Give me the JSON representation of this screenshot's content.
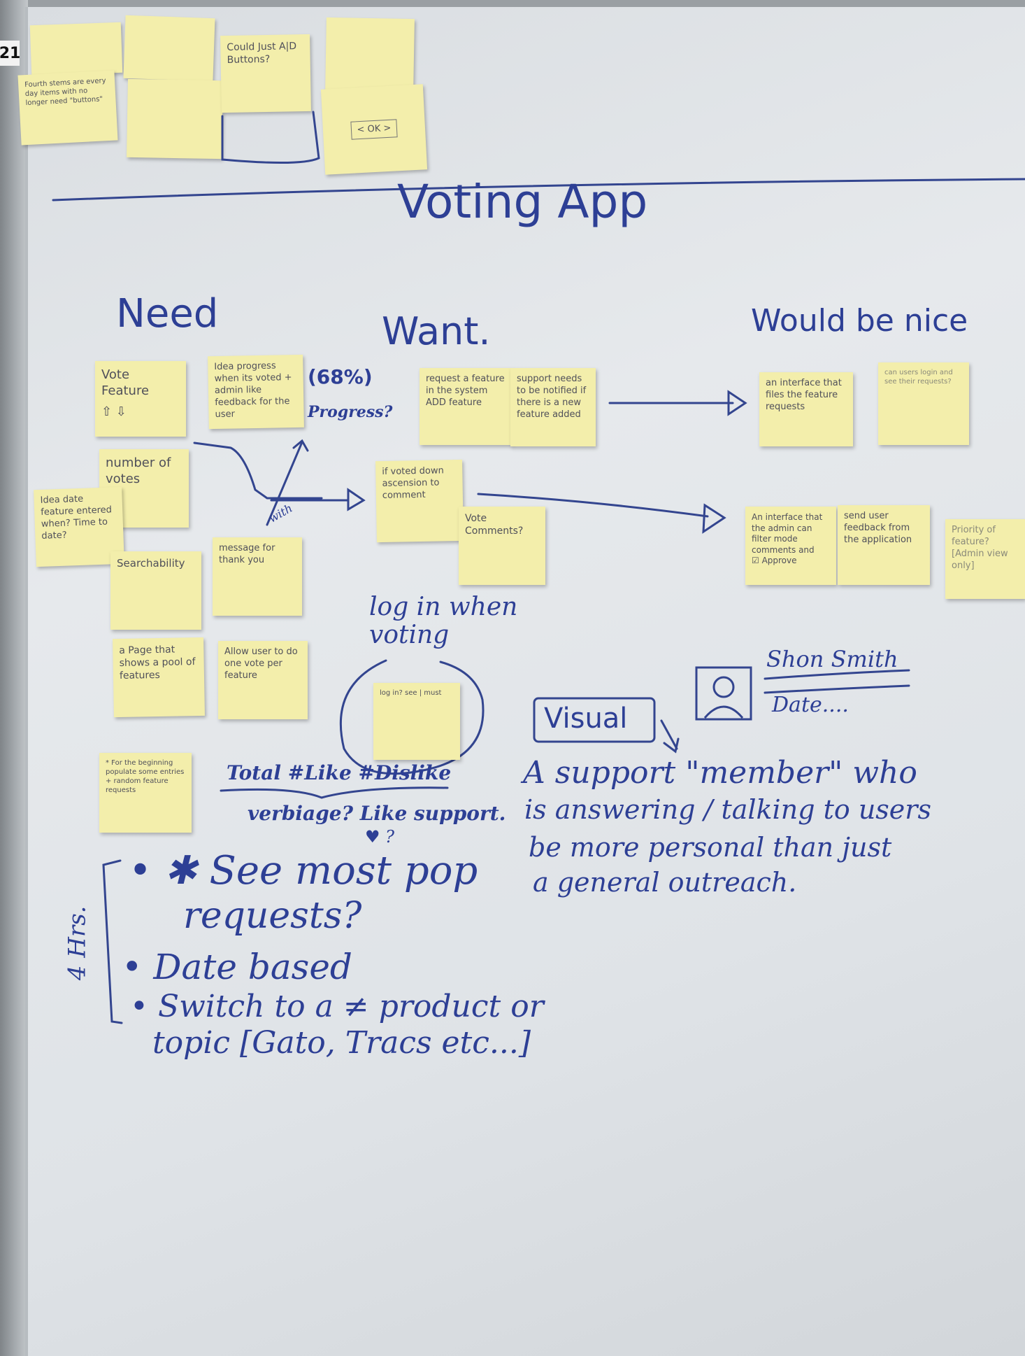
{
  "board_tag": "21",
  "title": "Voting App",
  "headers": {
    "need": "Need",
    "want": "Want.",
    "nice": "Would be nice"
  },
  "top_notes": {
    "note_a": "Could Just A|D Buttons?",
    "note_b": "< OK >",
    "note_c": "Fourth stems are every day items with no longer need \"buttons\""
  },
  "need_notes": {
    "vote": "Vote Feature",
    "vote_arrows": "⇧ ⇩",
    "idea_progress": "Idea progress when its voted + admin like feedback for the user",
    "number_votes": "number of votes",
    "idea_date": "Idea date feature entered when? Time to date?",
    "searchability": "Searchability",
    "message": "message for thank you",
    "page_pool": "a Page that shows a pool of features",
    "allow_one": "Allow user to do one vote per feature",
    "beginning": "* For the beginning populate some entries + random feature requests",
    "login_note": "log in? see | must"
  },
  "progress_label": "(68%)",
  "progress_q": "Progress?",
  "trend_label": "with",
  "want_notes": {
    "request": "request a feature in the system ADD feature",
    "support": "support needs to be notified if there is a new feature added",
    "voted_down": "if voted down ascension to comment",
    "vote_comments": "Vote Comments?"
  },
  "nice_notes": {
    "interface_files": "an interface that files the feature requests",
    "users_login": "can users login and see their requests?",
    "admin_filter": "An interface that the admin can filter mode",
    "admin_filter_2": "comments and",
    "approve": "☑ Approve",
    "send_feedback": "send user feedback from the application",
    "priority": "Priority of feature? [Admin view only]"
  },
  "login_text": "log in when voting",
  "visual_label": "Visual",
  "profile_name": "Shon Smith",
  "profile_date": "Date....",
  "support_text": [
    "A support \"member\" who",
    "is answering / talking to users",
    "be more personal than just",
    "a general outreach."
  ],
  "counts_line": "Total  #Like  #Dislike",
  "verbiage_line": "verbiage? Like support.",
  "heart_q": "♥ ?",
  "side_label": "4 Hrs.",
  "bullets": [
    "• ✱ See most pop",
    "requests?",
    "• Date based",
    "• Switch to a ≠ product or",
    "topic [Gato, Tracs etc...]"
  ]
}
